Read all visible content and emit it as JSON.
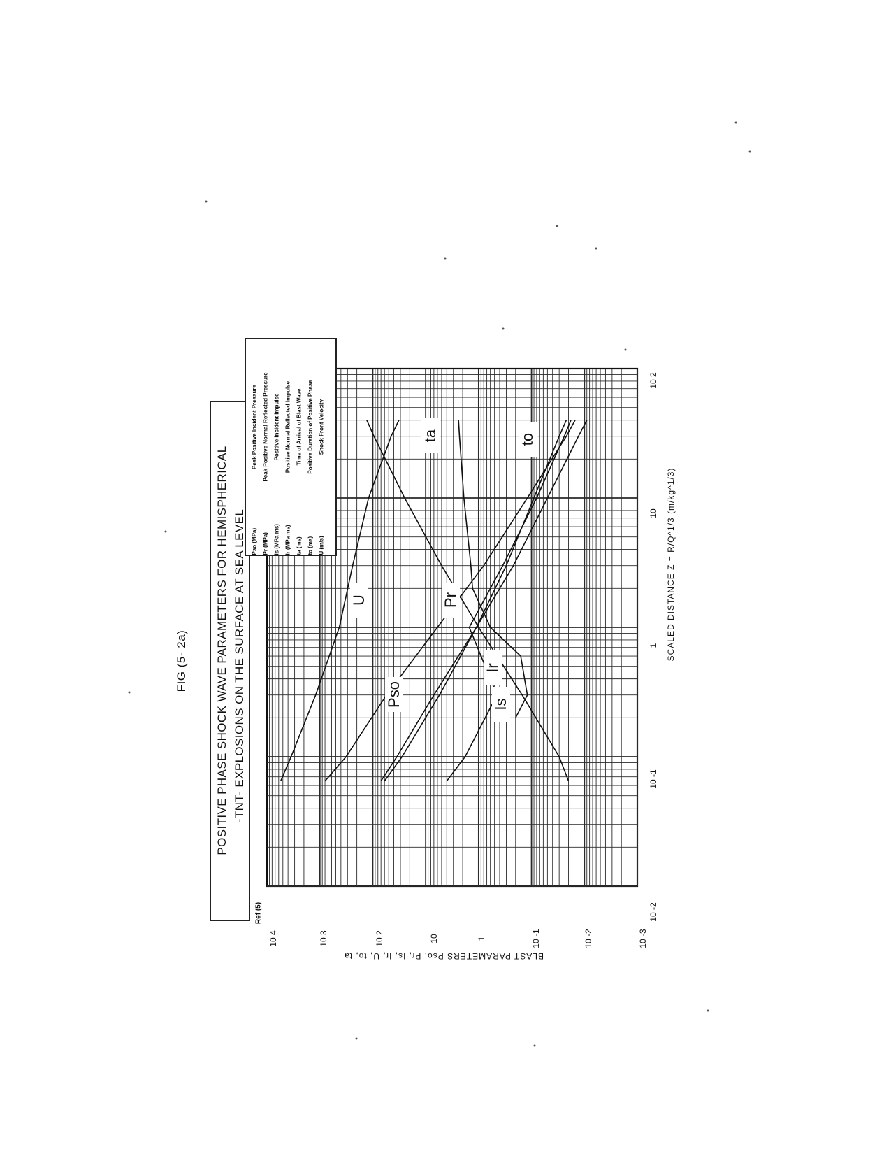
{
  "figure_label": "FIG (5- 2a)",
  "title_line1": "POSITIVE PHASE SHOCK WAVE PARAMETERS FOR HEMISPHERICAL",
  "title_line2": "-TNT- EXPLOSIONS ON THE SURFACE AT SEA LEVEL",
  "ref": "Ref (5)",
  "chart_data": {
    "type": "line",
    "title": "POSITIVE PHASE SHOCK WAVE PARAMETERS FOR HEMISPHERICAL -TNT- EXPLOSIONS ON THE SURFACE AT SEA LEVEL",
    "xlabel": "SCALED DISTANCE  Z = R/Q^1/3  (m/kg^1/3)",
    "ylabel": "BLAST PARAMETERS  Pso, Pr, Is, Ir, U, to, ta",
    "x_scale": "log",
    "y_scale": "log",
    "xlim": [
      0.01,
      100
    ],
    "ylim": [
      0.001,
      10000
    ],
    "grid": true,
    "x_ticks": [
      {
        "value": 0.01,
        "label": "10 -2"
      },
      {
        "value": 0.1,
        "label": "10 -1"
      },
      {
        "value": 1,
        "label": "1"
      },
      {
        "value": 10,
        "label": "10"
      },
      {
        "value": 100,
        "label": "10 2"
      }
    ],
    "y_ticks": [
      {
        "value": 10000,
        "label": "10 4"
      },
      {
        "value": 1000,
        "label": "10 3"
      },
      {
        "value": 100,
        "label": "10 2"
      },
      {
        "value": 10,
        "label": "10"
      },
      {
        "value": 1,
        "label": "1"
      },
      {
        "value": 0.1,
        "label": "10 -1"
      },
      {
        "value": 0.01,
        "label": "10 -2"
      },
      {
        "value": 0.001,
        "label": "10 -3"
      }
    ],
    "series": [
      {
        "name": "U",
        "label_at": {
          "x": 1.6,
          "y": 180
        },
        "x": [
          0.065,
          0.1,
          0.3,
          1,
          3,
          10,
          30,
          40
        ],
        "y": [
          5500,
          3500,
          1200,
          430,
          240,
          120,
          45,
          32
        ]
      },
      {
        "name": "Pr",
        "label_at": {
          "x": 1.6,
          "y": 3.4
        },
        "x": [
          0.065,
          0.1,
          0.3,
          1,
          3,
          10,
          30,
          40
        ],
        "y": [
          800,
          320,
          55,
          6,
          0.8,
          0.12,
          0.022,
          0.015
        ]
      },
      {
        "name": "Pso",
        "label_at": {
          "x": 0.3,
          "y": 40
        },
        "x": [
          0.065,
          0.1,
          0.3,
          1,
          3,
          10,
          30,
          40
        ],
        "y": [
          70,
          35,
          7,
          1.1,
          0.22,
          0.05,
          0.013,
          0.009
        ]
      },
      {
        "name": "Ir",
        "label_at": {
          "x": 0.48,
          "y": 0.55
        },
        "x": [
          0.065,
          0.1,
          0.3,
          1,
          3,
          10,
          30,
          40
        ],
        "y": [
          60,
          28,
          5.5,
          1.1,
          0.3,
          0.09,
          0.03,
          0.022
        ]
      },
      {
        "name": "Is",
        "label_at": {
          "x": 0.25,
          "y": 0.38
        },
        "x": [
          0.065,
          0.1,
          0.3,
          1,
          3,
          10,
          30,
          40
        ],
        "y": [
          4,
          1.8,
          0.45,
          1.5,
          0.35,
          0.08,
          0.024,
          0.018
        ]
      },
      {
        "name": "to",
        "label_at": {
          "x": 28,
          "y": 0.12
        },
        "x": [
          0.2,
          0.3,
          0.6,
          1,
          2,
          3,
          10,
          30,
          40
        ],
        "y": [
          0.2,
          0.12,
          0.16,
          0.6,
          1.3,
          1.4,
          1.9,
          2.3,
          2.4
        ]
      },
      {
        "name": "ta",
        "label_at": {
          "x": 30,
          "y": 8
        },
        "x": [
          0.065,
          0.1,
          0.3,
          1,
          3,
          10,
          30,
          40
        ],
        "y": [
          0.02,
          0.03,
          0.15,
          1,
          5,
          25,
          95,
          130
        ]
      }
    ]
  },
  "legend": [
    {
      "symbol": "Pso (MPa)",
      "desc": "Peak Positive Incident Pressure"
    },
    {
      "symbol": "Pr (MPa)",
      "desc": "Peak Positive Normal Reflected Pressure"
    },
    {
      "symbol": "Is (MPa ms)",
      "desc": "Positive Incident Impulse"
    },
    {
      "symbol": "Ir (MPa ms)",
      "desc": "Positive Normal Reflected Impulse"
    },
    {
      "symbol": "ta (ms)",
      "desc": "Time of Arrival of Blast Wave"
    },
    {
      "symbol": "to (ms)",
      "desc": "Positive Duration of Positive Phase"
    },
    {
      "symbol": "U (m/s)",
      "desc": "Shock Front Velocity"
    }
  ],
  "colors": {
    "ink": "#111111",
    "paper": "#ffffff",
    "grid": "#2a2a2a"
  }
}
